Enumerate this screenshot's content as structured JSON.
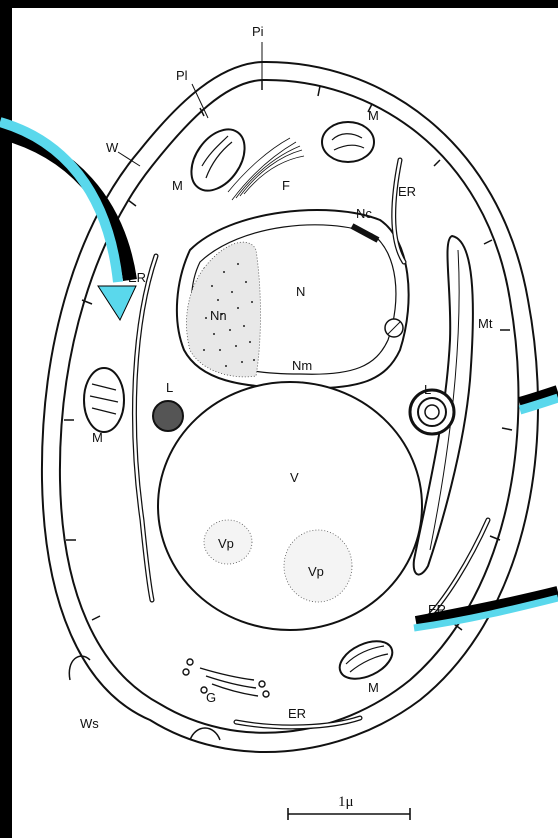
{
  "labels": {
    "pi": "Pi",
    "pl": "Pl",
    "w": "W",
    "m_top_right": "M",
    "m_top_left": "M",
    "f": "F",
    "er_upper_right": "ER",
    "nc": "Nc",
    "er_left": "ER",
    "n": "N",
    "nn": "Nn",
    "mt": "Mt",
    "nm": "Nm",
    "l_left": "L",
    "l_right": "L",
    "m_left": "M",
    "v": "V",
    "vp_left": "Vp",
    "vp_right": "Vp",
    "er_lower_right": "ER",
    "m_bottom": "M",
    "g": "G",
    "er_bottom": "ER",
    "ws": "Ws"
  },
  "scale_bar": {
    "label": "1μ"
  },
  "colors": {
    "background": "#000000",
    "paper": "#ffffff",
    "ink": "#111111",
    "arrow_cyan": "#5ad8ec",
    "arrow_shadow": "#000000"
  }
}
